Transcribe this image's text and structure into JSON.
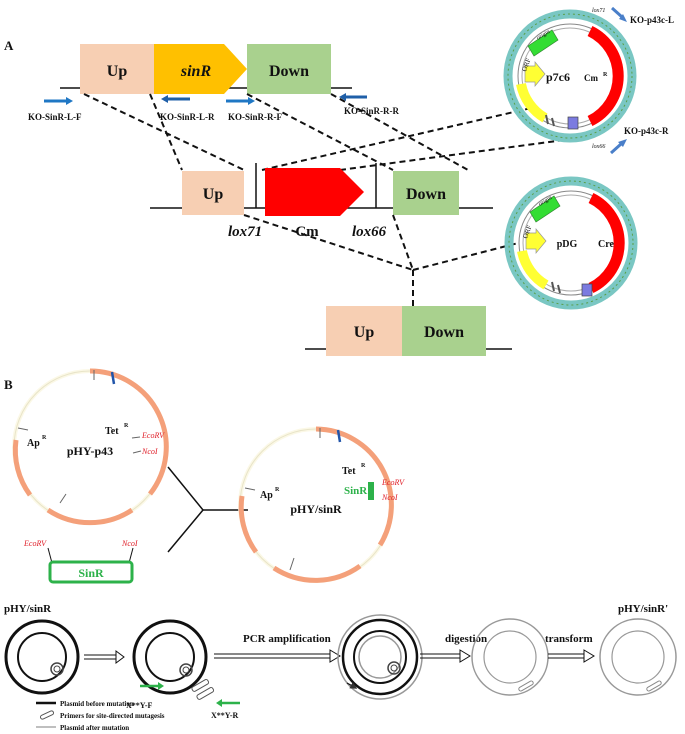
{
  "panel_a": {
    "label": "A",
    "top_gene": {
      "up": "Up",
      "sinr": "sinR",
      "down": "Down"
    },
    "primers": {
      "l_f": "KO-SinR-L-F",
      "l_r": "KO-SinR-L-R",
      "r_f": "KO-SinR-R-F",
      "r_r": "KO-SinR-R-R"
    },
    "middle_construct": {
      "up": "Up",
      "cm": "Cm",
      "down": "Down",
      "lox71": "lox71",
      "lox66": "lox66"
    },
    "plasmid_p7c6": {
      "name": "p7c6",
      "cm": "Cm",
      "cm_sup": "R",
      "origin": "origin",
      "orf": "ORF",
      "lox71": "lox71",
      "lox66": "lox66",
      "primer_l": "KO-p43c-L",
      "primer_r": "KO-p43c-R"
    },
    "plasmid_pdg": {
      "name": "pDG",
      "cre": "Cre",
      "origin": "origin",
      "orf": "ORF"
    },
    "final_construct": {
      "up": "Up",
      "down": "Down"
    }
  },
  "panel_b": {
    "label": "B",
    "phy_p43": {
      "name": "pHY-p43",
      "ap": "Ap",
      "ap_sup": "R",
      "tet": "Tet",
      "tet_sup": "R",
      "ecorv": "EcoRV",
      "ncoi": "NcoI"
    },
    "insert": {
      "ecorv": "EcoRV",
      "ncoi": "NcoI",
      "sinr": "SinR"
    },
    "phy_sinr": {
      "name": "pHY/sinR",
      "ap": "Ap",
      "ap_sup": "R",
      "tet": "Tet",
      "tet_sup": "R",
      "sinr": "SinR",
      "ecorv": "EcoRV",
      "ncoi": "NcoI"
    }
  },
  "panel_c": {
    "start_label": "pHY/sinR",
    "end_label": "pHY/sinR'",
    "primer_f": "X**Y-F",
    "primer_r": "X**Y-R",
    "step_pcr": "PCR amplification",
    "step_digest": "digestion",
    "step_transform": "transform",
    "legend": [
      "Plasmid before mutation",
      "Primers for site-directed mutagesis",
      "Plasmid after mutation"
    ]
  },
  "colors": {
    "up": "#f7cfb3",
    "down": "#a9d18e",
    "sinr": "#ffc000",
    "cm": "#ff0000",
    "arrow_blue": "#1f77c4",
    "plasmid_orange": "#f4a07a",
    "plasmid_cream": "#fbf8e6",
    "sinr_green": "#2db24a"
  }
}
